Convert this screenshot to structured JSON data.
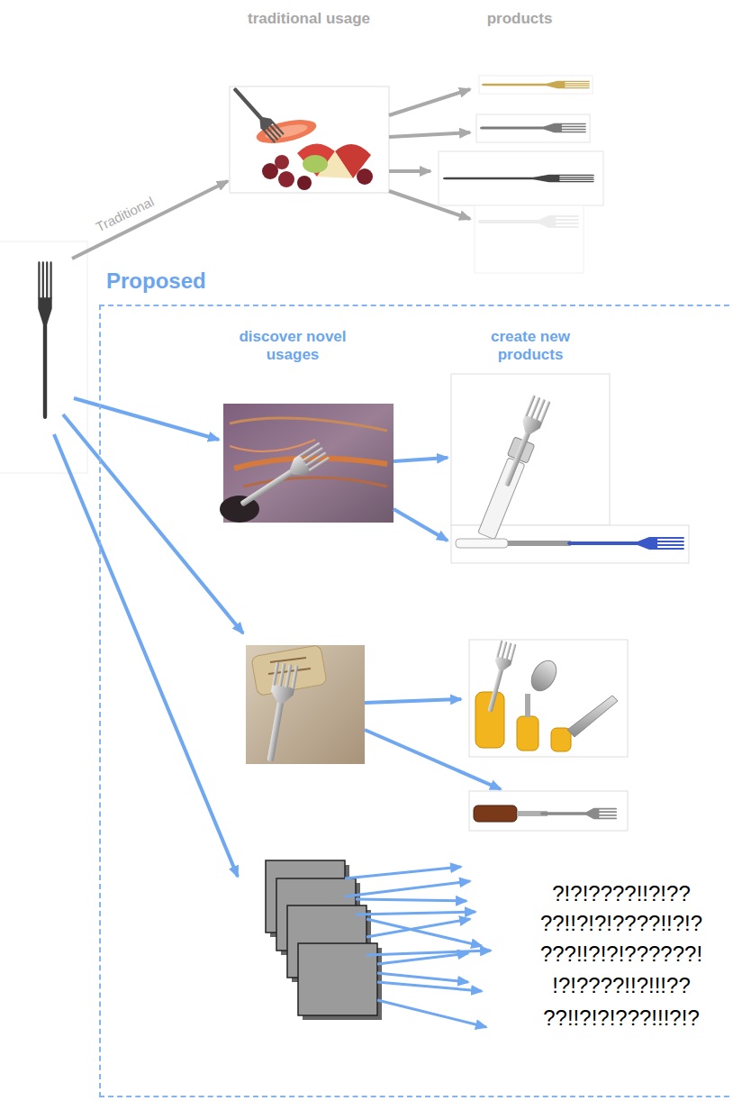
{
  "diagram": {
    "nodes": [
      {
        "text": [
          "Proposed"
        ]
      }
    ],
    "labels": [
      "traditional usage",
      "products",
      "Traditional",
      "discover novel usages",
      "create new products",
      "?!?!????!!?!??",
      "??!!?!?!????!!?!?",
      "???!!?!?!??????!",
      "!?!????!!?!!!??",
      "??!!?!?!???!!!?!?"
    ]
  }
}
